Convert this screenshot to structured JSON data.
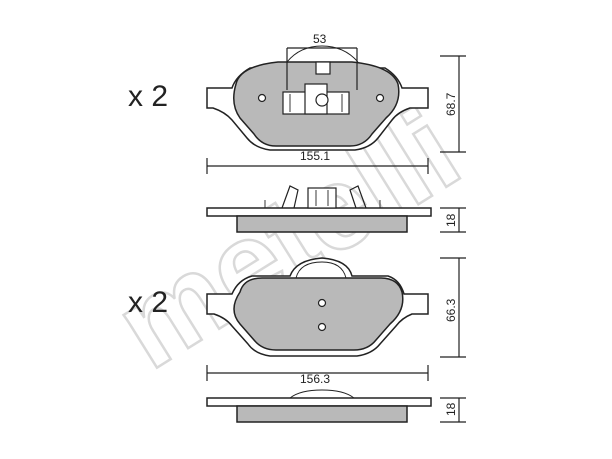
{
  "watermark": "metelli",
  "top_pad": {
    "multiplier": "x 2",
    "dim_width": "155.1",
    "dim_height": "68.7",
    "dim_center": "53",
    "dim_thickness": "18"
  },
  "bottom_pad": {
    "multiplier": "x 2",
    "dim_width": "156.3",
    "dim_height": "66.3",
    "dim_thickness": "18"
  }
}
